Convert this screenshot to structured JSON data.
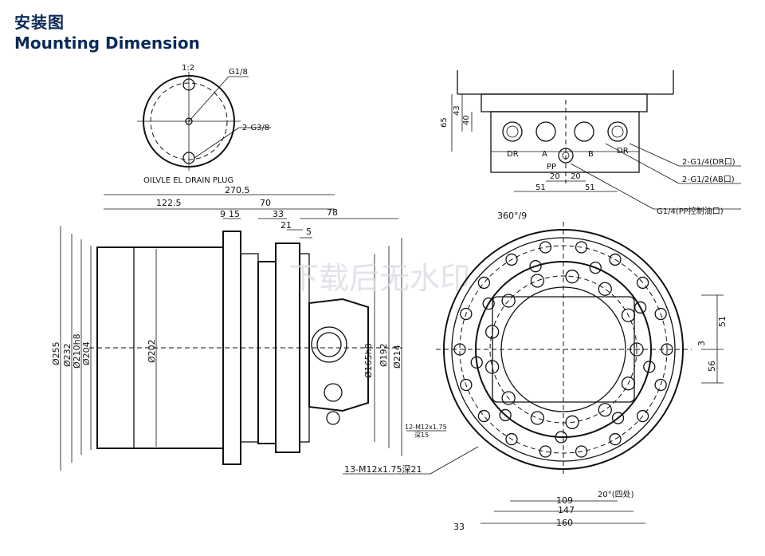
{
  "header": {
    "title_cn": "安装图",
    "title_en": "Mounting Dimension"
  },
  "top_left": {
    "scale": "1:2",
    "port_g18": "G1/8",
    "port_g38": "2-G3/8",
    "caption": "OILVLE EL DRAIN PLUG"
  },
  "top_right": {
    "dims_v": [
      "65",
      "43",
      "40"
    ],
    "ports": [
      "DR",
      "A",
      "B",
      "DR",
      "PP"
    ],
    "dims_h": [
      "20",
      "20",
      "51",
      "51"
    ],
    "callouts": [
      "2-G1/4(DR口)",
      "2-G1/2(AB口)",
      "G1/4(PP控制油口)"
    ]
  },
  "side_view": {
    "dims_top": [
      "270.5",
      "122.5",
      "70",
      "9",
      "15",
      "33",
      "21",
      "78",
      "5"
    ],
    "diameters_left": [
      "Ø255",
      "Ø232",
      "Ø210h8",
      "Ø204"
    ],
    "diameter_body": "Ø202",
    "diameters_right": [
      "Ø165h8",
      "Ø192",
      "Ø214"
    ],
    "thread_small": "12-M12x1.75",
    "thread_small_sub": "深15",
    "thread": "13-M12x1.75深21"
  },
  "front_view": {
    "angle": "360°/9",
    "dims_right": [
      "51",
      "3",
      "56"
    ],
    "dim_20": "20°(四处)",
    "dims_bottom": [
      "109",
      "147",
      "160"
    ]
  },
  "watermark": "下载后无水印",
  "page_number": "33"
}
